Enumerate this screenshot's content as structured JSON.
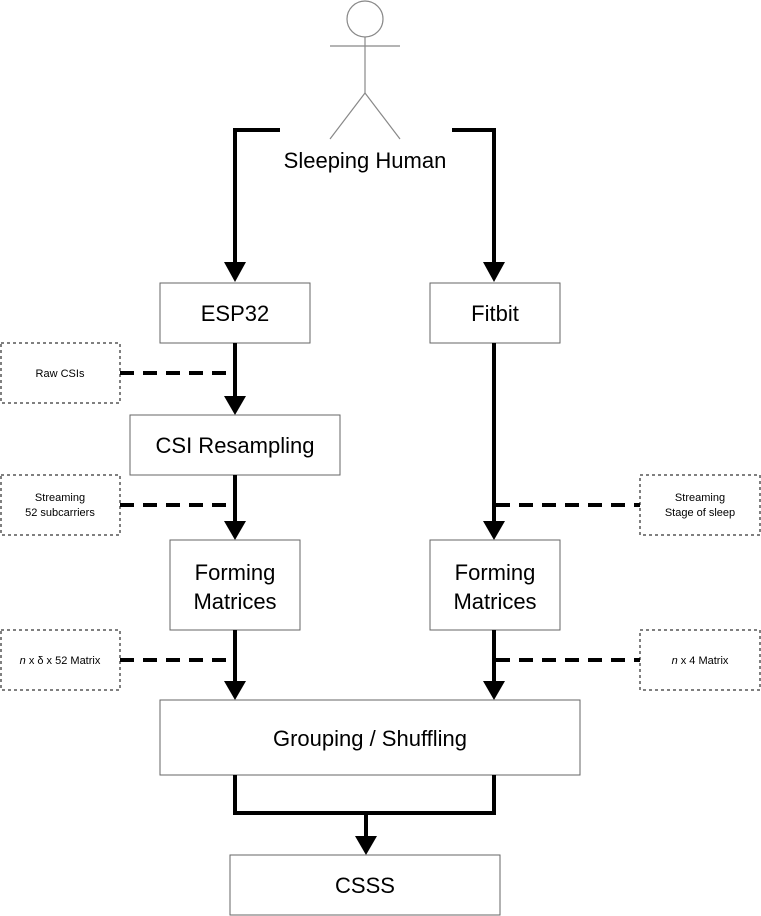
{
  "actor": {
    "label": "Sleeping Human"
  },
  "nodes": {
    "esp32": "ESP32",
    "fitbit": "Fitbit",
    "csi_resampling": "CSI Resampling",
    "forming_matrices_left": [
      "Forming",
      "Matrices"
    ],
    "forming_matrices_right": [
      "Forming",
      "Matrices"
    ],
    "grouping": "Grouping / Shuffling",
    "csss": "CSSS"
  },
  "annotations": {
    "raw_csis": "Raw CSIs",
    "streaming_subcarriers": [
      "Streaming",
      "52 subcarriers"
    ],
    "streaming_sleep": [
      "Streaming",
      "Stage of sleep"
    ],
    "matrix_left": {
      "n": "n",
      "rest": " x δ x 52 Matrix"
    },
    "matrix_right": {
      "n": "n",
      "rest": " x 4 Matrix"
    }
  },
  "colors": {
    "stroke": "#000000",
    "box_border": "#666666",
    "note_border": "#000000",
    "background": "#ffffff"
  }
}
